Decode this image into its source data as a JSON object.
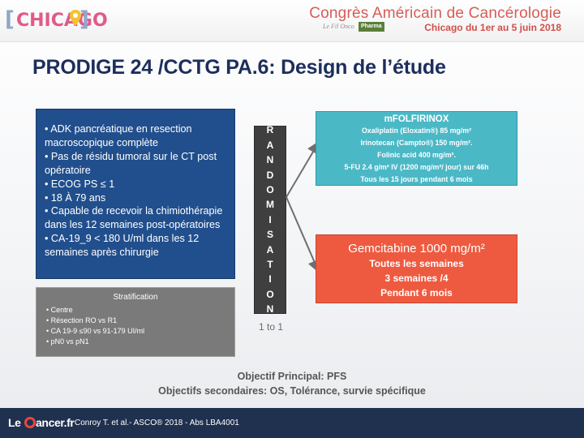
{
  "header": {
    "logo_text": "CHICAGO",
    "congress_title": "Congrès Américain de Cancérologie",
    "congress_dates": "Chicago du 1er au 5 juin 2018",
    "subtitle": "Le Fil Onco",
    "pharma_label": "Pharma",
    "brand_color": "#d85c57"
  },
  "title": "PRODIGE 24 /CCTG PA.6: Design de l’étude",
  "criteria": [
    "• ADK pancréatique en resection macroscopique complète",
    "• Pas de résidu tumoral sur le CT post opératoire",
    "• ECOG PS ≤ 1",
    "• 18 À 79 ans",
    "• Capable de recevoir la chimiothérapie dans les 12 semaines post-opératoires",
    "• CA-19_9 < 180 U/ml dans les 12 semaines après chirurgie"
  ],
  "stratification": {
    "title": "Stratification",
    "items": [
      "•  Centre",
      "•  Résection RO vs R1",
      "•  CA 19-9 ≤90 vs 91-179 UI/ml",
      "•  pN0 vs pN1"
    ]
  },
  "randomisation": {
    "letters": [
      "R",
      "A",
      "N",
      "D",
      "O",
      "M",
      "I",
      "S",
      "A",
      "T",
      "I",
      "O",
      "N"
    ],
    "ratio": "1 to 1"
  },
  "arm1": {
    "title": "mFOLFIRINOX",
    "lines": [
      "Oxaliplatin (Eloxatin®) 85 mg/m²",
      "Irinotecan (Campto®) 150 mg/m².",
      "Folinic acid 400 mg/m².",
      "5-FU 2.4 g/m² IV (1200 mg/m²/ jour) sur 46h",
      "Tous les 15 jours pendant 6 mois"
    ],
    "color": "#4bb8c6"
  },
  "arm2": {
    "title": "Gemcitabine 1000 mg/m²",
    "lines": [
      "Toutes les semaines",
      "3 semaines /4",
      "Pendant 6 mois"
    ],
    "color": "#ee5a40"
  },
  "objectives": {
    "primary": "Objectif Principal: PFS",
    "secondary": "Objectifs secondaires: OS, Tolérance, survie spécifique"
  },
  "footer": {
    "logo_left": "Le",
    "logo_right": "ancer.fr",
    "citation": "Conroy T. et al.- ASCO® 2018 - Abs LBA4001"
  }
}
